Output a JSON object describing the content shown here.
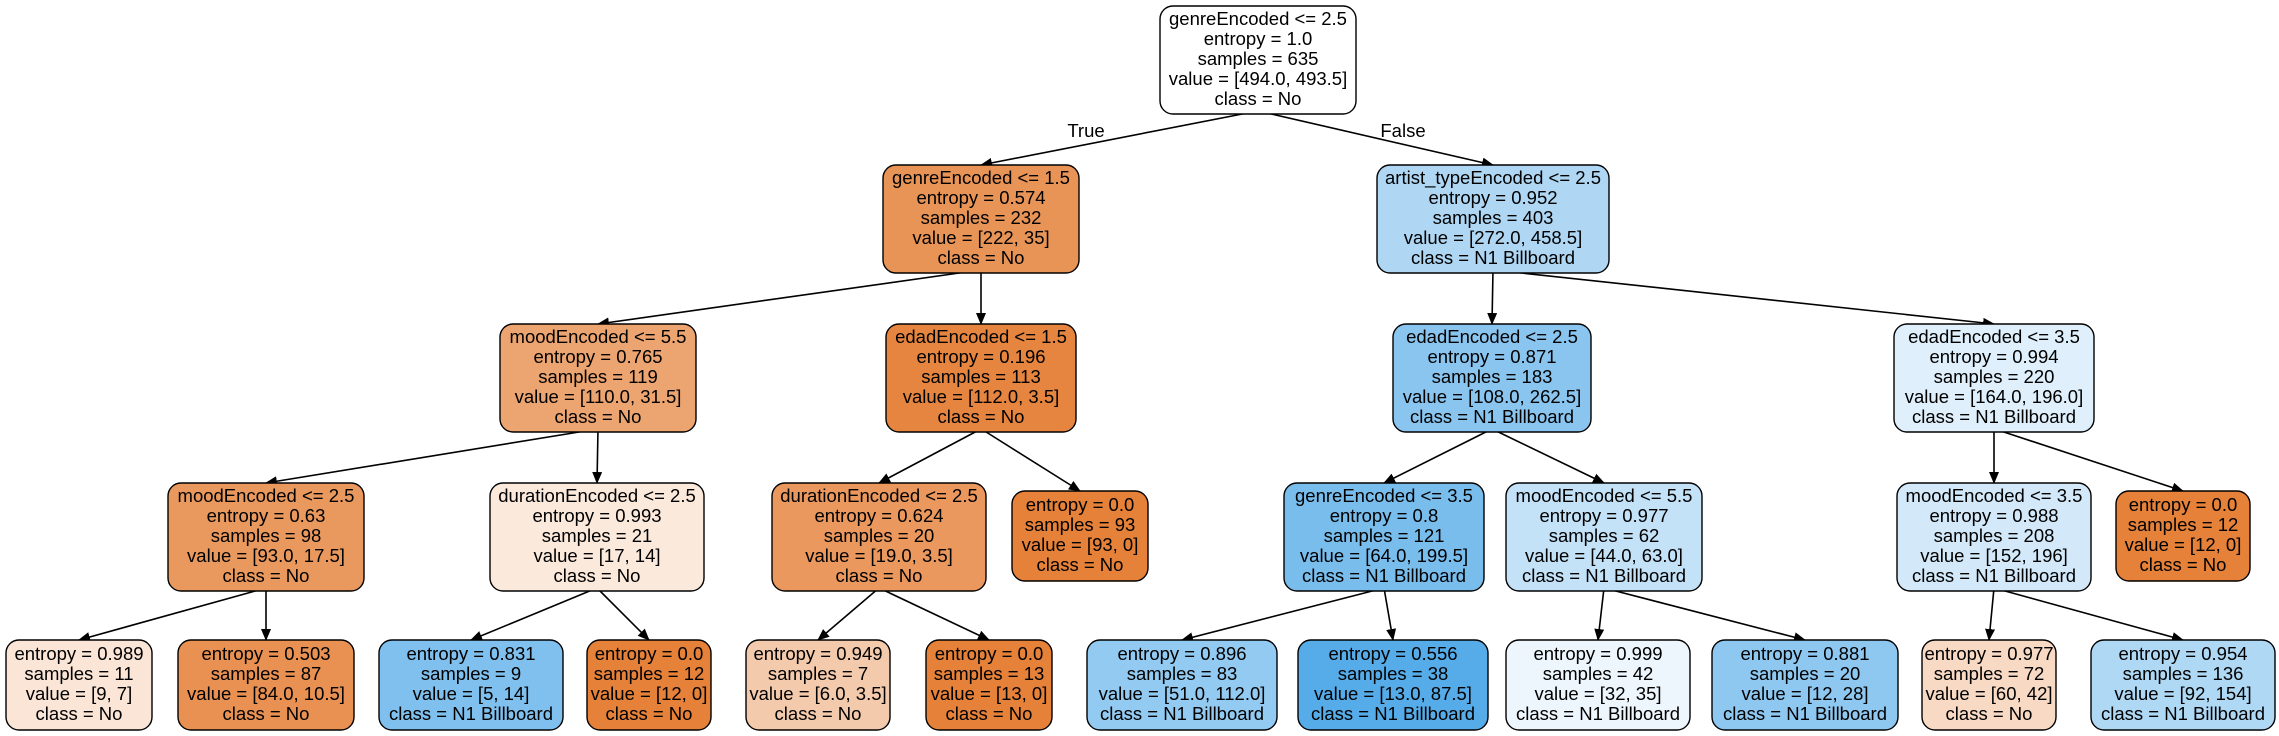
{
  "diagram": {
    "type": "decision-tree",
    "edge_labels": {
      "true_label": "True",
      "false_label": "False"
    },
    "colors": {
      "no_strong": "#e58139",
      "billboard_strong": "#399de5",
      "border": "#000000"
    },
    "nodes": [
      {
        "id": "n0",
        "lines": [
          "genreEncoded <= 2.5",
          "entropy = 1.0",
          "samples = 635",
          "value = [494.0, 493.5]",
          "class = No"
        ],
        "fill": "#ffffff"
      },
      {
        "id": "n1",
        "lines": [
          "genreEncoded <= 1.5",
          "entropy = 0.574",
          "samples = 232",
          "value = [222, 35]",
          "class = No"
        ],
        "fill": "#e99457"
      },
      {
        "id": "n2",
        "lines": [
          "moodEncoded <= 5.5",
          "entropy = 0.765",
          "samples = 119",
          "value = [110.0, 31.5]",
          "class = No"
        ],
        "fill": "#eca470"
      },
      {
        "id": "n3",
        "lines": [
          "moodEncoded <= 2.5",
          "entropy = 0.63",
          "samples = 98",
          "value = [93.0, 17.5]",
          "class = No"
        ],
        "fill": "#ea995e"
      },
      {
        "id": "n4",
        "lines": [
          "entropy = 0.989",
          "samples = 11",
          "value = [9, 7]",
          "class = No"
        ],
        "fill": "#fae5d6"
      },
      {
        "id": "n5",
        "lines": [
          "entropy = 0.503",
          "samples = 87",
          "value = [84.0, 10.5]",
          "class = No"
        ],
        "fill": "#e89152"
      },
      {
        "id": "n6",
        "lines": [
          "durationEncoded <= 2.5",
          "entropy = 0.993",
          "samples = 21",
          "value = [17, 14]",
          "class = No"
        ],
        "fill": "#fbe9dc"
      },
      {
        "id": "n7",
        "lines": [
          "entropy = 0.831",
          "samples = 9",
          "value = [5, 14]",
          "class = N1 Billboard"
        ],
        "fill": "#80c0ee"
      },
      {
        "id": "n8",
        "lines": [
          "entropy = 0.0",
          "samples = 12",
          "value = [12, 0]",
          "class = No"
        ],
        "fill": "#e58139"
      },
      {
        "id": "n9",
        "lines": [
          "edadEncoded <= 1.5",
          "entropy = 0.196",
          "samples = 113",
          "value = [112.0, 3.5]",
          "class = No"
        ],
        "fill": "#e6853f"
      },
      {
        "id": "n10",
        "lines": [
          "durationEncoded <= 2.5",
          "entropy = 0.624",
          "samples = 20",
          "value = [19.0, 3.5]",
          "class = No"
        ],
        "fill": "#ea985d"
      },
      {
        "id": "n11",
        "lines": [
          "entropy = 0.949",
          "samples = 7",
          "value = [6.0, 3.5]",
          "class = No"
        ],
        "fill": "#f4caac"
      },
      {
        "id": "n12",
        "lines": [
          "entropy = 0.0",
          "samples = 13",
          "value = [13, 0]",
          "class = No"
        ],
        "fill": "#e58139"
      },
      {
        "id": "n13",
        "lines": [
          "entropy = 0.0",
          "samples = 93",
          "value = [93, 0]",
          "class = No"
        ],
        "fill": "#e58139"
      },
      {
        "id": "n14",
        "lines": [
          "artist_typeEncoded <= 2.5",
          "entropy = 0.952",
          "samples = 403",
          "value = [272.0, 458.5]",
          "class = N1 Billboard"
        ],
        "fill": "#afd7f4"
      },
      {
        "id": "n15",
        "lines": [
          "edadEncoded <= 2.5",
          "entropy = 0.871",
          "samples = 183",
          "value = [108.0, 262.5]",
          "class = N1 Billboard"
        ],
        "fill": "#8ac5f0"
      },
      {
        "id": "n16",
        "lines": [
          "genreEncoded <= 3.5",
          "entropy = 0.8",
          "samples = 121",
          "value = [64.0, 199.5]",
          "class = N1 Billboard"
        ],
        "fill": "#79bded"
      },
      {
        "id": "n17",
        "lines": [
          "entropy = 0.896",
          "samples = 83",
          "value = [51.0, 112.0]",
          "class = N1 Billboard"
        ],
        "fill": "#93caf1"
      },
      {
        "id": "n18",
        "lines": [
          "entropy = 0.556",
          "samples = 38",
          "value = [13.0, 87.5]",
          "class = N1 Billboard"
        ],
        "fill": "#56ace9"
      },
      {
        "id": "n19",
        "lines": [
          "moodEncoded <= 5.5",
          "entropy = 0.977",
          "samples = 62",
          "value = [44.0, 63.0]",
          "class = N1 Billboard"
        ],
        "fill": "#c3e1f7"
      },
      {
        "id": "n20",
        "lines": [
          "entropy = 0.999",
          "samples = 42",
          "value = [32, 35]",
          "class = N1 Billboard"
        ],
        "fill": "#eef6fd"
      },
      {
        "id": "n21",
        "lines": [
          "entropy = 0.881",
          "samples = 20",
          "value = [12, 28]",
          "class = N1 Billboard"
        ],
        "fill": "#8ec7f0"
      },
      {
        "id": "n22",
        "lines": [
          "edadEncoded <= 3.5",
          "entropy = 0.994",
          "samples = 220",
          "value = [164.0, 196.0]",
          "class = N1 Billboard"
        ],
        "fill": "#dfeffb"
      },
      {
        "id": "n23",
        "lines": [
          "moodEncoded <= 3.5",
          "entropy = 0.988",
          "samples = 208",
          "value = [152, 196]",
          "class = N1 Billboard"
        ],
        "fill": "#d3e9f9"
      },
      {
        "id": "n24",
        "lines": [
          "entropy = 0.977",
          "samples = 72",
          "value = [60, 42]",
          "class = No"
        ],
        "fill": "#f7d9c4"
      },
      {
        "id": "n25",
        "lines": [
          "entropy = 0.954",
          "samples = 136",
          "value = [92, 154]",
          "class = N1 Billboard"
        ],
        "fill": "#afd8f5"
      },
      {
        "id": "n26",
        "lines": [
          "entropy = 0.0",
          "samples = 12",
          "value = [12, 0]",
          "class = No"
        ],
        "fill": "#e58139"
      }
    ],
    "edges": [
      {
        "from": "n0",
        "to": "n1",
        "label_key": "true_label"
      },
      {
        "from": "n0",
        "to": "n14",
        "label_key": "false_label"
      },
      {
        "from": "n1",
        "to": "n2"
      },
      {
        "from": "n1",
        "to": "n9"
      },
      {
        "from": "n2",
        "to": "n3"
      },
      {
        "from": "n2",
        "to": "n6"
      },
      {
        "from": "n3",
        "to": "n4"
      },
      {
        "from": "n3",
        "to": "n5"
      },
      {
        "from": "n6",
        "to": "n7"
      },
      {
        "from": "n6",
        "to": "n8"
      },
      {
        "from": "n9",
        "to": "n10"
      },
      {
        "from": "n9",
        "to": "n13"
      },
      {
        "from": "n10",
        "to": "n11"
      },
      {
        "from": "n10",
        "to": "n12"
      },
      {
        "from": "n14",
        "to": "n15"
      },
      {
        "from": "n14",
        "to": "n22"
      },
      {
        "from": "n15",
        "to": "n16"
      },
      {
        "from": "n15",
        "to": "n19"
      },
      {
        "from": "n16",
        "to": "n17"
      },
      {
        "from": "n16",
        "to": "n18"
      },
      {
        "from": "n19",
        "to": "n20"
      },
      {
        "from": "n19",
        "to": "n21"
      },
      {
        "from": "n22",
        "to": "n23"
      },
      {
        "from": "n22",
        "to": "n26"
      },
      {
        "from": "n23",
        "to": "n24"
      },
      {
        "from": "n23",
        "to": "n25"
      }
    ]
  }
}
